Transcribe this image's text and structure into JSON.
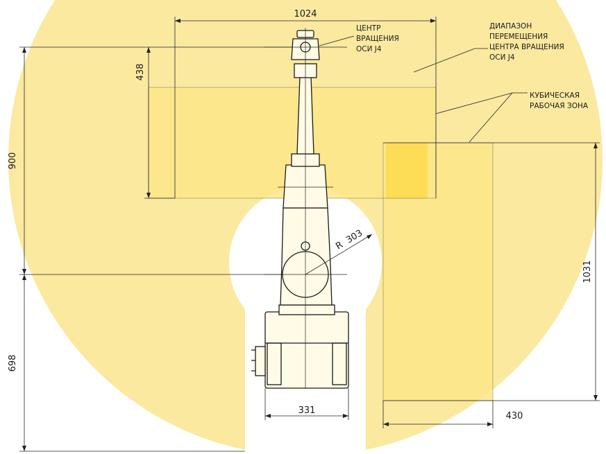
{
  "colors": {
    "zone_outer": "#fbe9a0",
    "zone_cube": "#fde68a",
    "zone_overlap": "#fcdb4f",
    "inner": "#ffffff",
    "line": "#222222"
  },
  "dimensions": {
    "top_width": "1024",
    "left_upper": "900",
    "left_lower": "698",
    "head_height": "438",
    "radius": "R  303",
    "right_height": "1031",
    "base_width": "331",
    "right_offset": "430"
  },
  "labels": {
    "center_j4": [
      "ЦЕНТР",
      "ВРАЩЕНИЯ",
      "ОСИ J4"
    ],
    "range_j4": [
      "ДИАПАЗОН",
      "ПЕРЕМЕЩЕНИЯ",
      "ЦЕНТРА ВРАЩЕНИЯ",
      "ОСИ J4"
    ],
    "cube_zone": [
      "КУБИЧЕСКАЯ",
      "РАБОЧАЯ ЗОНА"
    ]
  }
}
